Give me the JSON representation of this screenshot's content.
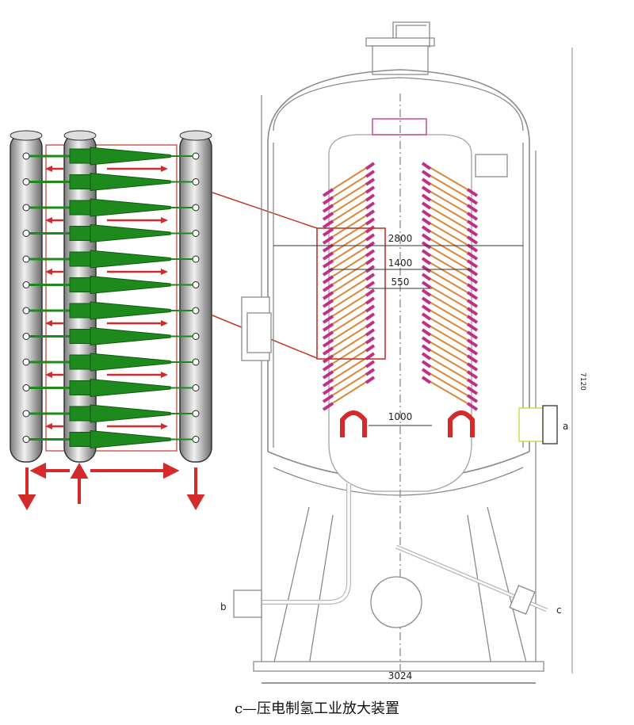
{
  "dimensions": {
    "outer_width": "2800",
    "mid_width": "1400",
    "inner_width": "550",
    "bottom_width": "1000",
    "base_width": "3024",
    "total_height": "7120"
  },
  "ports": {
    "a": "a",
    "b": "b",
    "c": "c"
  },
  "caption": "c—压电制氢工业放大装置",
  "colors": {
    "pipe_gray": "#c9c9c9",
    "element_green": "#1e8a1e",
    "arrow_red": "#d42a2a",
    "coil_magenta": "#c0308a",
    "coil_orange": "#d9883a",
    "outline": "#8a8a8a"
  }
}
